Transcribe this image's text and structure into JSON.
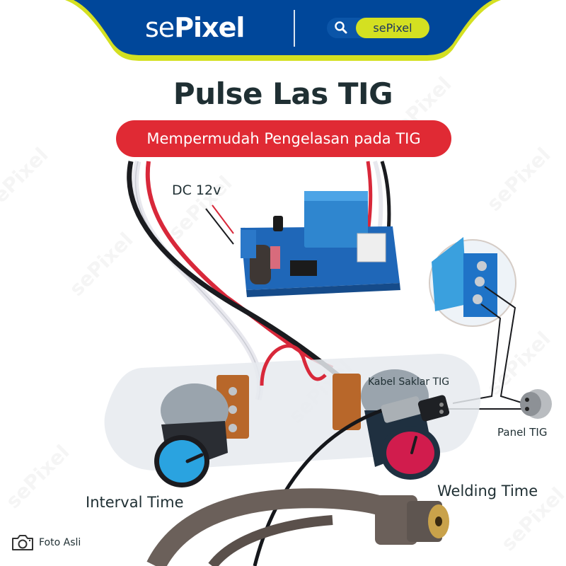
{
  "banner": {
    "logo_prefix": "se",
    "logo_bold": "Pixel",
    "search_tag": "sePixel",
    "colors": {
      "navy": "#00479a",
      "lime": "#d4e021",
      "search_bg": "#0b55a8"
    }
  },
  "headline": {
    "title": "Pulse Las TIG",
    "subtitle": "Mempermudah Pengelasan pada TIG",
    "subtitle_color": "#e02a34"
  },
  "callouts": {
    "dc_input": "DC 12v",
    "kabel_saklar": "Kabel Saklar TIG",
    "panel_tig": "Panel TIG",
    "welding_time": "Welding Time",
    "interval_time": "Interval Time"
  },
  "footer": {
    "photo_badge": "Foto Asli",
    "photo_icon": "camera-icon"
  },
  "watermark": "sePixel"
}
